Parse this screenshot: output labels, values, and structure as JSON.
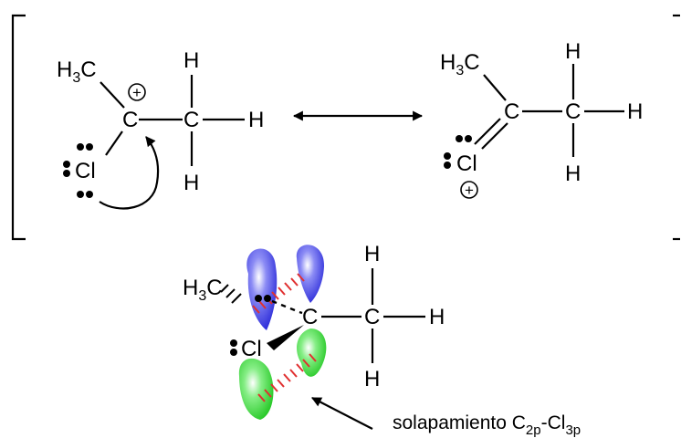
{
  "left_structure": {
    "methyl": {
      "main": "H",
      "sub": "3",
      "tail": "C"
    },
    "carbon_a": "C",
    "carbon_b": "C",
    "chlorine": "Cl",
    "h_top": "H",
    "h_right": "H",
    "h_bottom": "H",
    "charge": "+"
  },
  "right_structure": {
    "methyl": {
      "main": "H",
      "sub": "3",
      "tail": "C"
    },
    "carbon_a": "C",
    "carbon_b": "C",
    "chlorine": "Cl",
    "h_top": "H",
    "h_right": "H",
    "h_bottom": "H",
    "charge": "+"
  },
  "orbital_structure": {
    "methyl": {
      "main": "H",
      "sub": "3",
      "tail": "C"
    },
    "carbon_a": "C",
    "carbon_b": "C",
    "chlorine": "Cl",
    "h_top": "H",
    "h_right": "H",
    "h_bottom": "H"
  },
  "caption": {
    "text": "solapamiento C",
    "sub1": "2p",
    "dash": "-Cl",
    "sub2": "3p"
  },
  "colors": {
    "upper_lobes": "#3a3ae0",
    "lower_lobes": "#22cc22",
    "overlap_hatch": "#e03030"
  }
}
